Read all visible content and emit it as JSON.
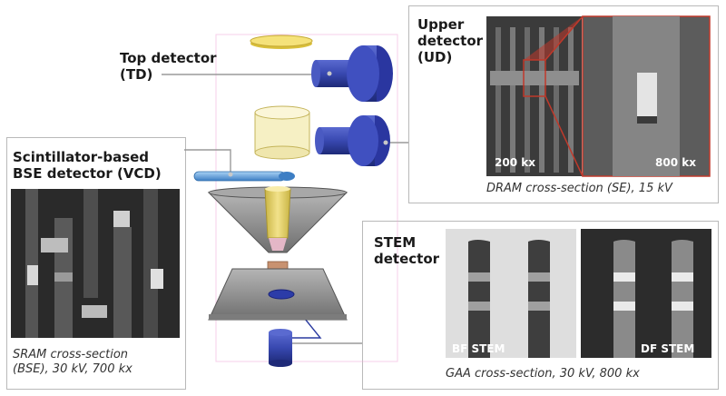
{
  "labels": {
    "top_detector": [
      "Top detector",
      "(TD)"
    ],
    "upper_detector": [
      "Upper",
      "detector",
      "(UD)"
    ],
    "vcd": [
      "Scintillator-based",
      "BSE detector (VCD)"
    ],
    "stem": [
      "STEM",
      "detector"
    ]
  },
  "captions": {
    "sram": [
      "SRAM cross-section",
      "(BSE), 30 kV, 700 kx"
    ],
    "dram": "DRAM cross-section (SE), 15 kV",
    "gaa": "GAA cross-section, 30 kV, 800 kx"
  },
  "image_labels": {
    "dram_left": "200 kx",
    "dram_right": "800 kx",
    "bf": "BF STEM",
    "df": "DF STEM"
  },
  "colors": {
    "detector_blue": "#3848b0",
    "connector_gray": "#9a9a9a",
    "lens_gray": "#8c8c8c",
    "pole_yellow": "#e6d26a",
    "zoom_red": "#c0392b",
    "pink_outline": "#f0a8d8"
  }
}
